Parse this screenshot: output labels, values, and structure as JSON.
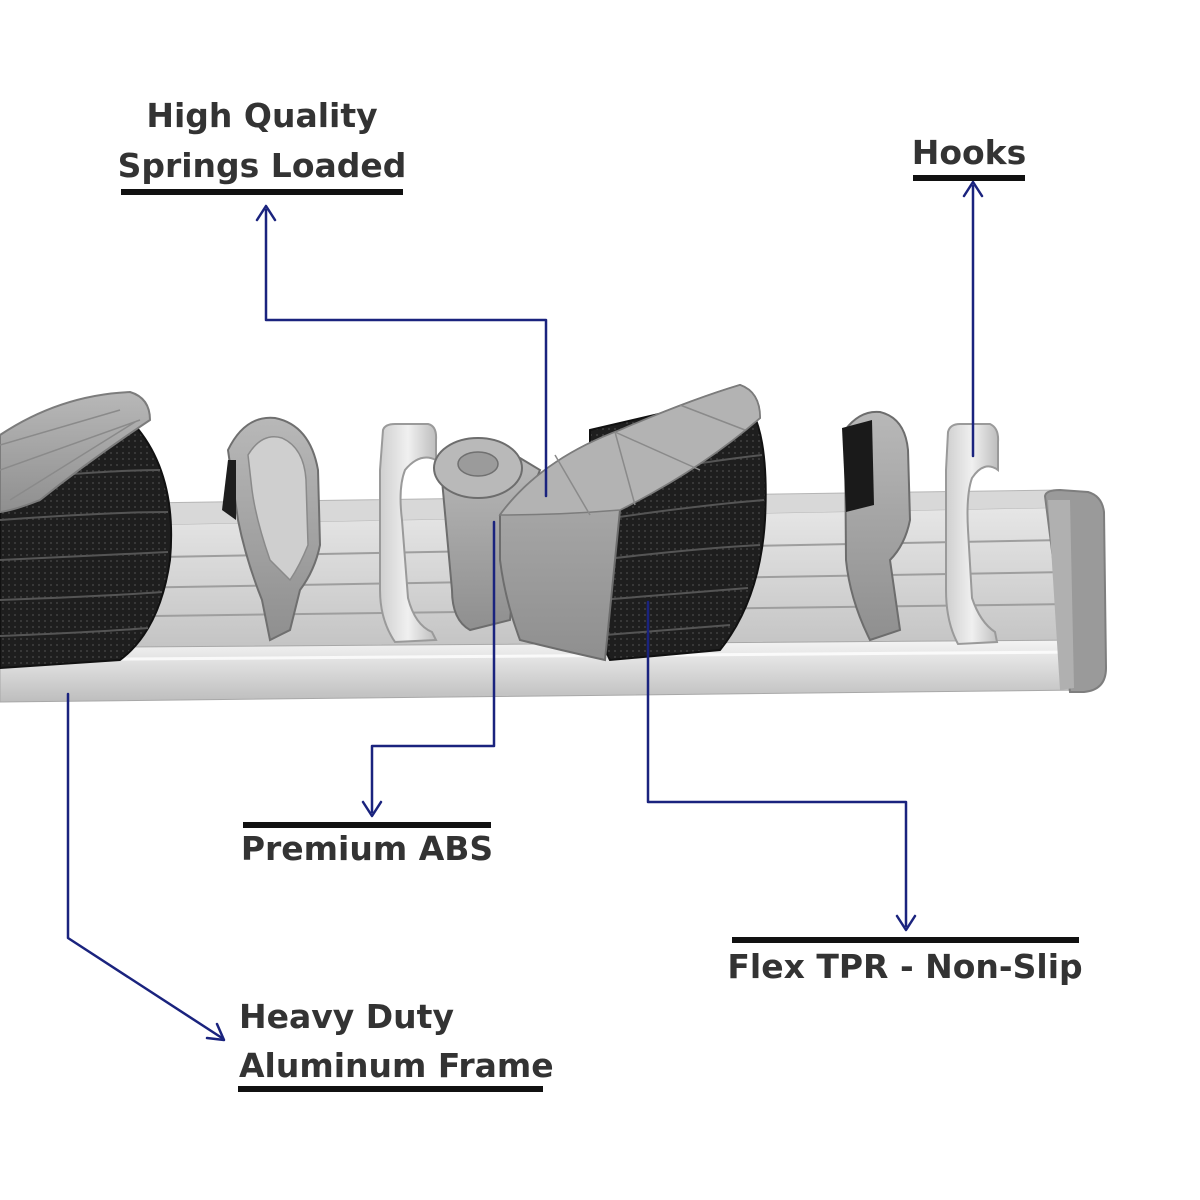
{
  "callouts": {
    "springs": {
      "line1": "High Quality",
      "line2": "Springs Loaded"
    },
    "hooks": {
      "label": "Hooks"
    },
    "abs": {
      "label": "Premium ABS"
    },
    "tpr": {
      "label": "Flex TPR - Non-Slip"
    },
    "frame": {
      "line1": "Heavy Duty",
      "line2": "Aluminum Frame"
    }
  },
  "colors": {
    "leader_line": "#1a237e",
    "label_text": "#333333",
    "underline": "#111111",
    "aluminum": "#c9c9c9",
    "abs_plastic": "#a3a3a3",
    "tpr_rubber": "#1e1e1e"
  }
}
